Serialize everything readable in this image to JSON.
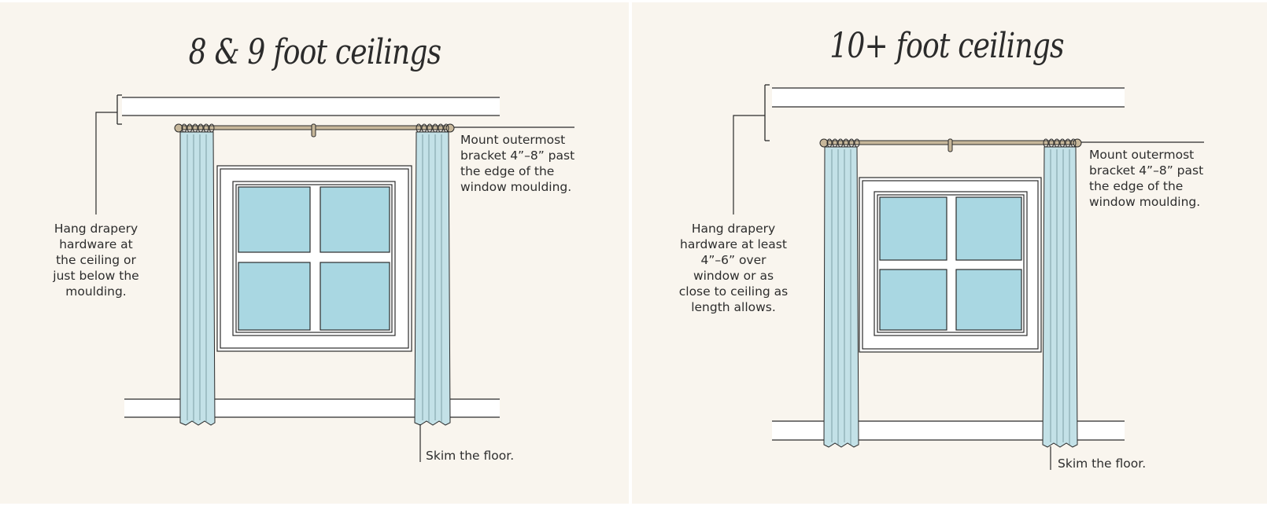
{
  "panels": [
    {
      "title": "8 & 9 foot ceilings",
      "hardware_note": "Hang drapery hardware at the ceiling or just below the moulding.",
      "bracket_note": "Mount outermost bracket 4”–8” past the edge of the window moulding.",
      "floor_note": "Skim the floor."
    },
    {
      "title": "10+ foot ceilings",
      "hardware_note": "Hang drapery hardware at least 4”–6” over window or as close to ceiling as length allows.",
      "bracket_note": "Mount outermost bracket 4”–8” past the edge of the window moulding.",
      "floor_note": "Skim the floor."
    }
  ],
  "colors": {
    "background": "#f9f5ee",
    "divider": "#ffffff",
    "line": "#2b2b2b",
    "glass": "#a9d7e2",
    "curtain": "#c3e1e7",
    "rod": "#c7b79a"
  }
}
